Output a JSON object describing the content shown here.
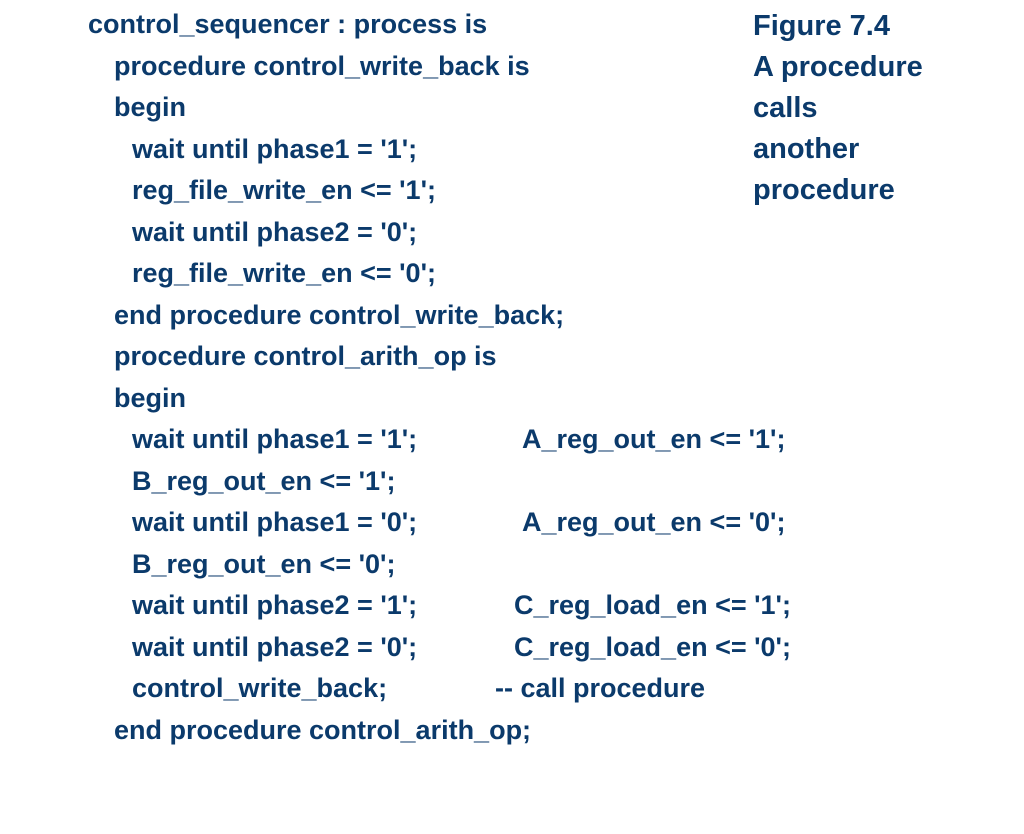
{
  "code": {
    "lines": [
      {
        "indent": 0,
        "segments": [
          "control_sequencer : process is"
        ]
      },
      {
        "indent": 1,
        "segments": [
          "procedure control_write_back is"
        ]
      },
      {
        "indent": 1,
        "segments": [
          "begin"
        ]
      },
      {
        "indent": 2,
        "segments": [
          "wait until phase1 = '1';"
        ]
      },
      {
        "indent": 2,
        "segments": [
          "reg_file_write_en <= '1';"
        ]
      },
      {
        "indent": 2,
        "segments": [
          "wait until phase2 = '0';"
        ]
      },
      {
        "indent": 2,
        "segments": [
          "reg_file_write_en <= '0';"
        ]
      },
      {
        "indent": 1,
        "segments": [
          "end procedure control_write_back;"
        ]
      },
      {
        "indent": 1,
        "segments": [
          "procedure control_arith_op is"
        ]
      },
      {
        "indent": 1,
        "segments": [
          "begin"
        ]
      },
      {
        "indent": 2,
        "segments": [
          "wait until phase1 = '1';",
          "A_reg_out_en <= '1';"
        ]
      },
      {
        "indent": 2,
        "segments": [
          "B_reg_out_en <= '1';"
        ]
      },
      {
        "indent": 2,
        "segments": [
          "wait until phase1 = '0';",
          "A_reg_out_en <= '0';"
        ]
      },
      {
        "indent": 2,
        "segments": [
          "B_reg_out_en <= '0';"
        ]
      },
      {
        "indent": 2,
        "segments": [
          "wait until phase2 = '1';",
          "C_reg_load_en <= '1';"
        ]
      },
      {
        "indent": 2,
        "segments": [
          "wait until phase2 = '0';",
          "C_reg_load_en <= '0';"
        ]
      },
      {
        "indent": 2,
        "segments": [
          "control_write_back;",
          "-- call procedure"
        ]
      },
      {
        "indent": 1,
        "segments": [
          "end procedure control_arith_op;"
        ]
      }
    ]
  },
  "caption": {
    "lines": [
      "Figure 7.4",
      "A procedure",
      "calls",
      "another",
      "procedure"
    ]
  },
  "colors": {
    "text": "#0b3a6b",
    "background": "#ffffff"
  }
}
